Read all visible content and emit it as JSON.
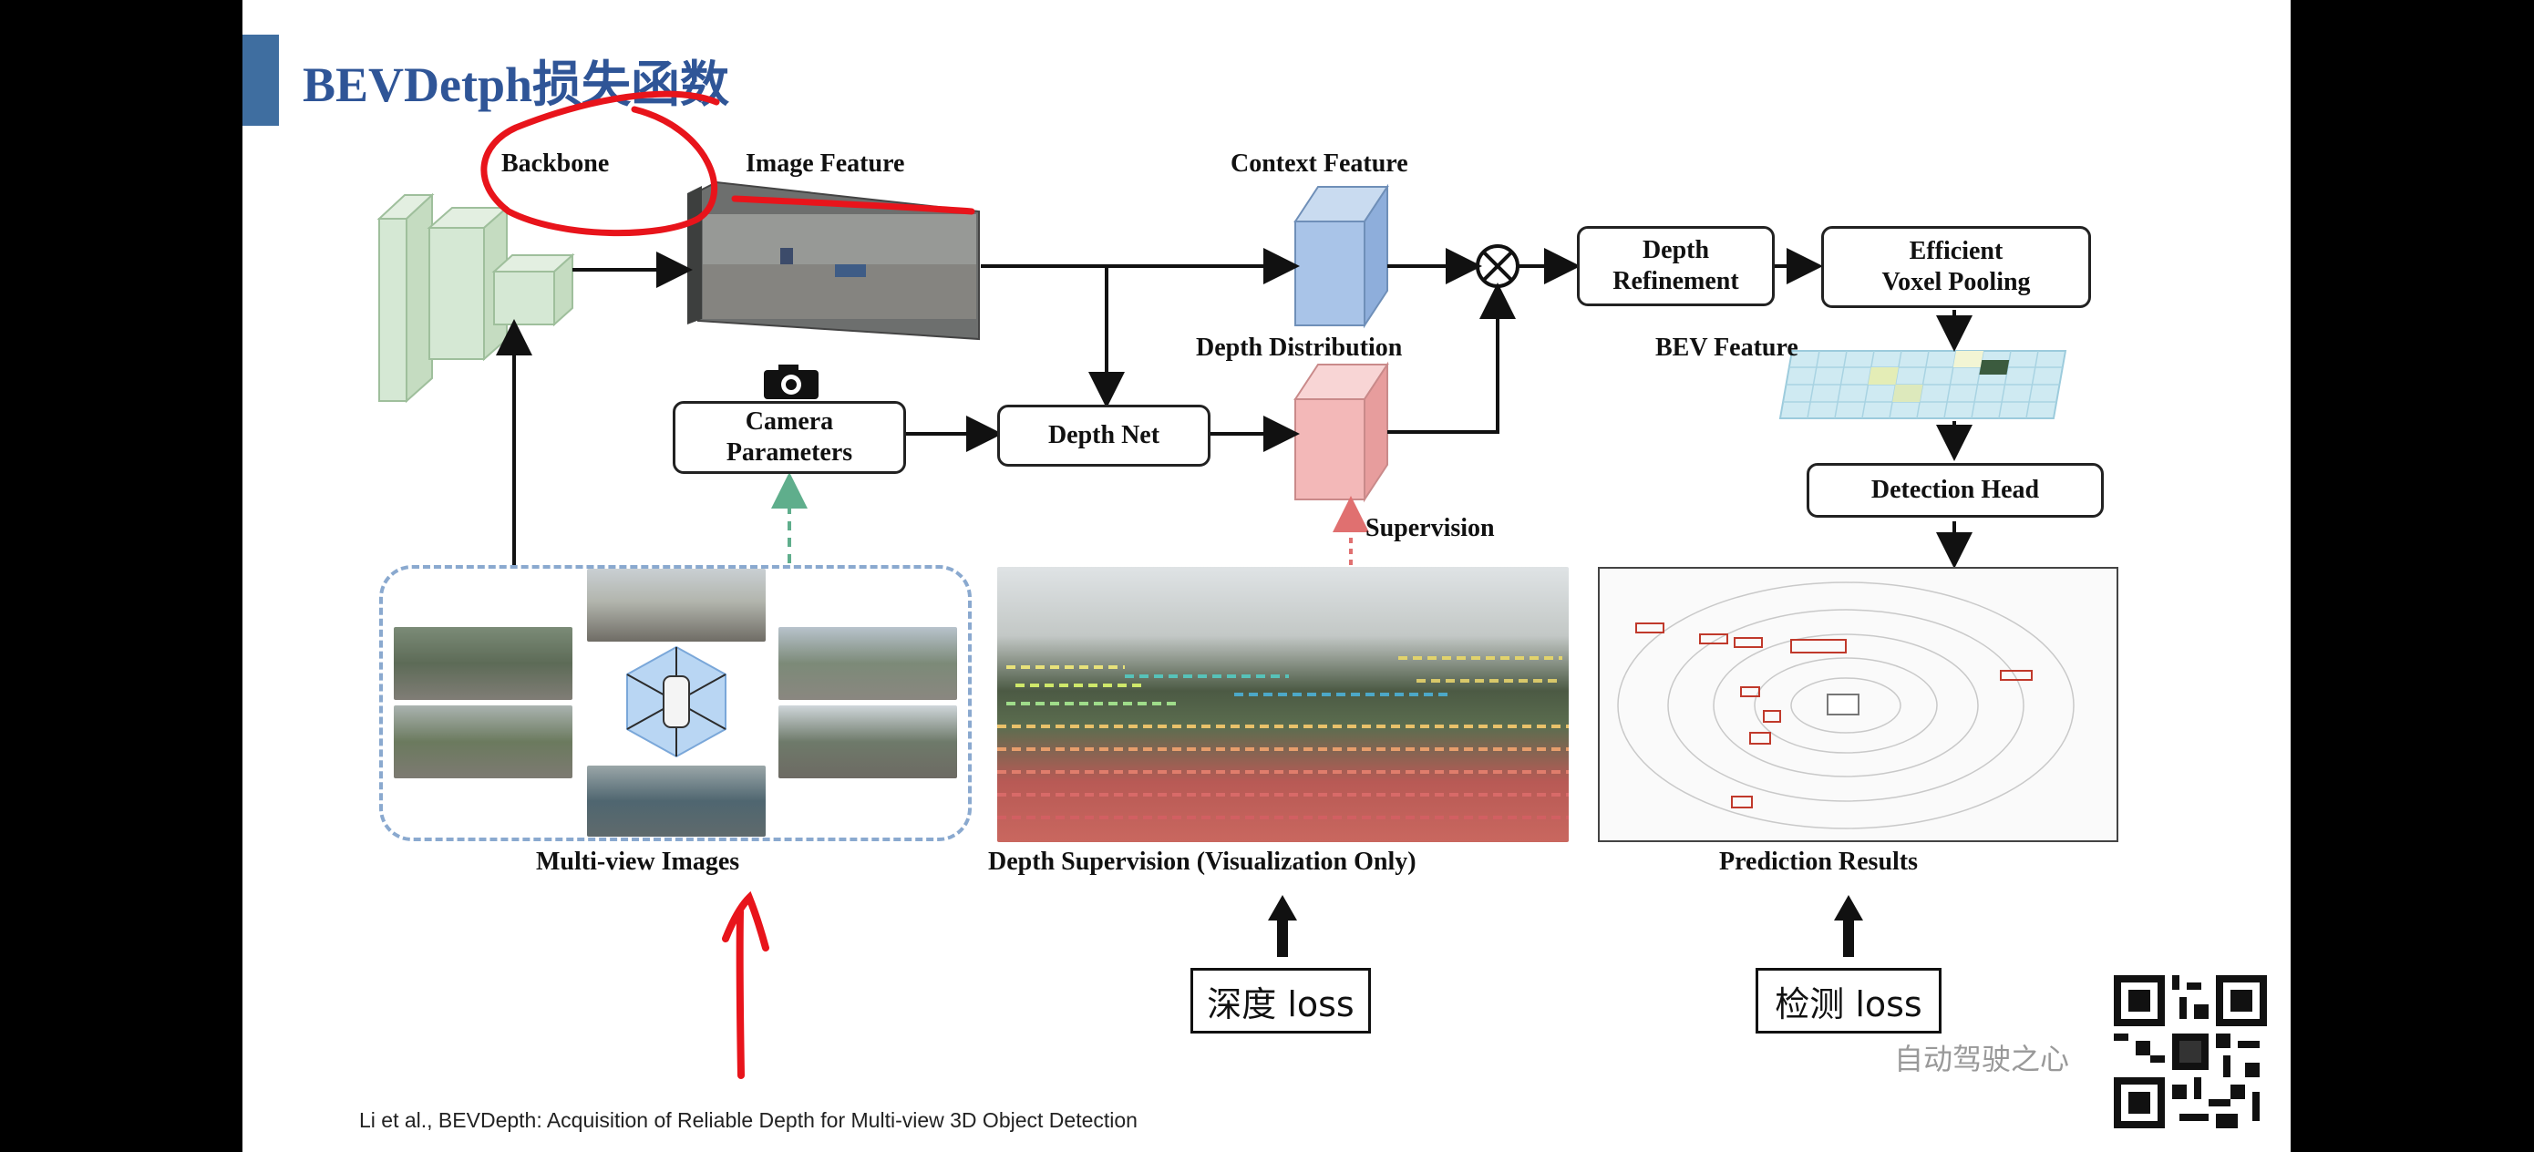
{
  "slide": {
    "title": "BEVDetph损失函数",
    "citation": "Li et al., BEVDepth: Acquisition of Reliable Depth for Multi-view 3D Object Detection",
    "watermark": "自动驾驶之心"
  },
  "diagram": {
    "labels": {
      "backbone": "Backbone",
      "image_feature": "Image Feature",
      "context_feature": "Context Feature",
      "depth_distribution": "Depth Distribution",
      "bev_feature": "BEV Feature",
      "supervision": "Supervision",
      "multi_view_images": "Multi-view Images",
      "depth_supervision": "Depth Supervision (Visualization Only)",
      "prediction_results": "Prediction Results"
    },
    "boxes": {
      "camera_parameters": "Camera\nParameters",
      "depth_net": "Depth Net",
      "depth_refinement": "Depth\nRefinement",
      "efficient_voxel_pooling": "Efficient\nVoxel Pooling",
      "detection_head": "Detection Head"
    },
    "operator": "⊗",
    "colors": {
      "backbone": "#d5e8d4",
      "context_feature": "#a9c4e8",
      "depth_distribution": "#f3b8b8",
      "bev_grid": "#cfeaf2",
      "camera_arrow": "#5fae8c",
      "supervision_arrow": "#e07070",
      "annotation": "#e8141b",
      "title": "#2f5597"
    }
  },
  "loss": {
    "depth_loss": "深度 loss",
    "detection_loss": "检测 loss"
  },
  "icons": [
    "camera-icon",
    "circled-times-icon",
    "up-arrow-icon",
    "qr-code-icon"
  ]
}
